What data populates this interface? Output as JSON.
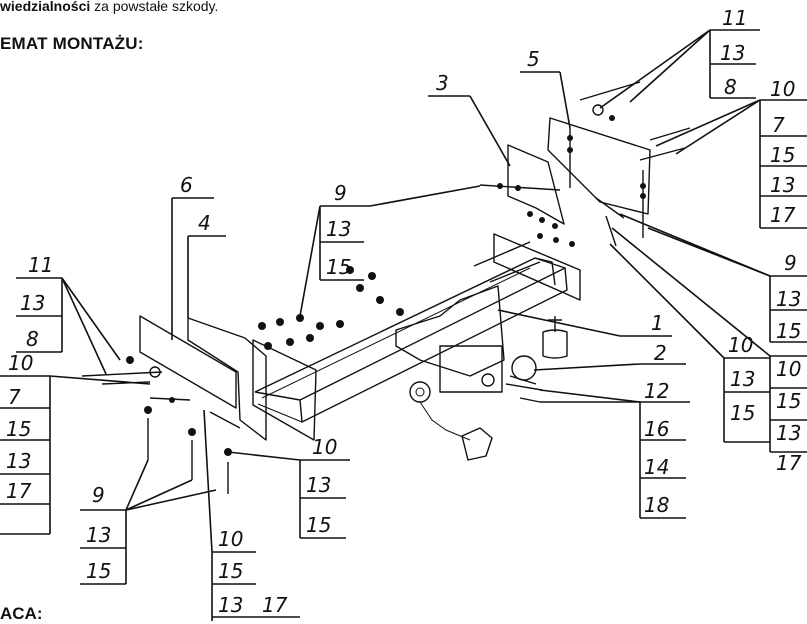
{
  "header": {
    "line1_bold": "wiedzialności",
    "line1_rest": " za powstałe szkody.",
    "title": "EMAT MONTAŻU:",
    "footer": "ACA:"
  },
  "labels": {
    "n1": "1",
    "n2": "2",
    "n3": "3",
    "n4": "4",
    "n5": "5",
    "n6": "6",
    "tr_a": "11",
    "tr_b": "13",
    "tr_c": "8",
    "r1_a": "10",
    "r1_b": "7",
    "r1_c": "15",
    "r1_d": "13",
    "r1_e": "17",
    "r2_a": "9",
    "r2_b": "13",
    "r2_c": "15",
    "r3_a": "10",
    "r3_b": "15",
    "r3_c": "13",
    "r3_d": "17",
    "m_a": "10",
    "m_b": "13",
    "m_c": "15",
    "c_a": "9",
    "c_b": "13",
    "c_c": "15",
    "b12_a": "12",
    "b12_b": "16",
    "b12_c": "14",
    "b12_d": "18",
    "l1_a": "11",
    "l1_b": "13",
    "l1_c": "8",
    "l2_a": "10",
    "l2_b": "7",
    "l2_c": "15",
    "l2_d": "13",
    "l2_e": "17",
    "lb_a": "9",
    "lb_b": "13",
    "lb_c": "15",
    "cb_a": "10",
    "cb_b": "15",
    "cb_c": "13",
    "cb_d": "17",
    "mc_a": "10",
    "mc_b": "13",
    "mc_c": "15"
  }
}
